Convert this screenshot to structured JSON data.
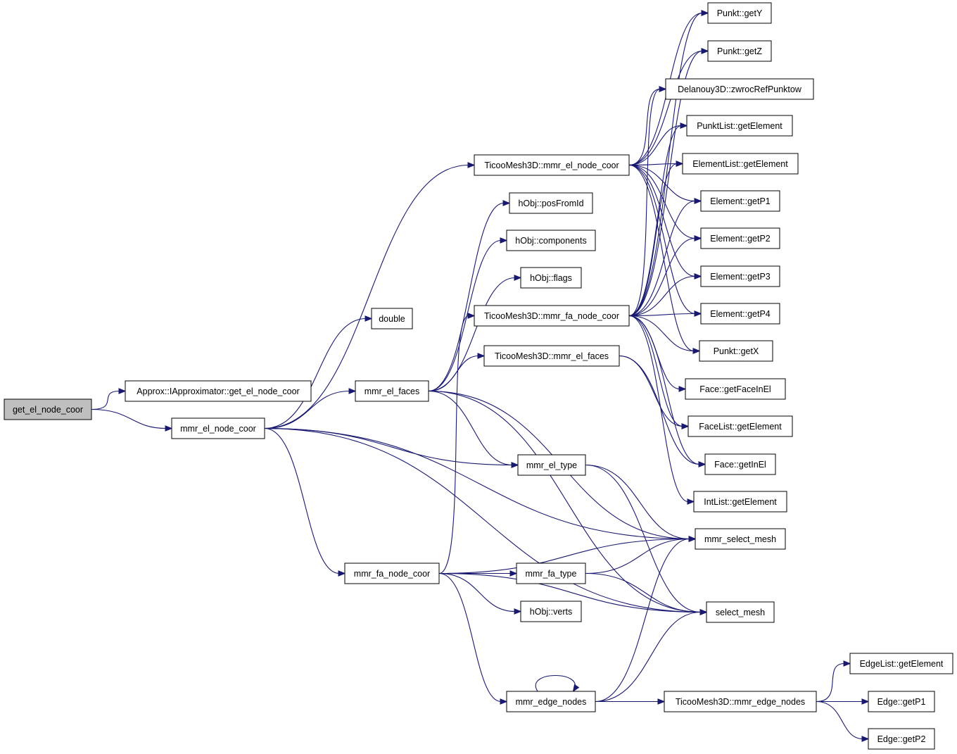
{
  "graph": {
    "root": "get_el_node_coor",
    "nodes": {
      "get_el_node_coor": "get_el_node_coor",
      "approx": "Approx::IApproximator::get_el_node_coor",
      "mmr_el_node_coor": "mmr_el_node_coor",
      "double": "double",
      "mmr_el_faces": "mmr_el_faces",
      "mmr_fa_node_coor": "mmr_fa_node_coor",
      "t_el_node": "TicooMesh3D::mmr_el_node_coor",
      "posFromId": "hObj::posFromId",
      "components": "hObj::components",
      "flags": "hObj::flags",
      "t_fa_node": "TicooMesh3D::mmr_fa_node_coor",
      "t_el_faces": "TicooMesh3D::mmr_el_faces",
      "mmr_el_type": "mmr_el_type",
      "mmr_fa_type": "mmr_fa_type",
      "verts": "hObj::verts",
      "mmr_edge_nodes": "mmr_edge_nodes",
      "t_edge_nodes": "TicooMesh3D::mmr_edge_nodes",
      "getY": "Punkt::getY",
      "getZ": "Punkt::getZ",
      "delanouy": "Delanouy3D::zwrocRefPunktow",
      "punktList": "PunktList::getElement",
      "elementList": "ElementList::getElement",
      "getP1": "Element::getP1",
      "getP2": "Element::getP2",
      "getP3": "Element::getP3",
      "getP4": "Element::getP4",
      "getX": "Punkt::getX",
      "faceInEl": "Face::getFaceInEl",
      "faceList": "FaceList::getElement",
      "getInEl": "Face::getInEl",
      "intList": "IntList::getElement",
      "mmr_select_mesh": "mmr_select_mesh",
      "select_mesh": "select_mesh",
      "edgeList": "EdgeList::getElement",
      "edgeP1": "Edge::getP1",
      "edgeP2": "Edge::getP2"
    },
    "edge_color": "#191970",
    "root_fill": "#bfbfbf",
    "edges": [
      [
        "get_el_node_coor",
        "approx"
      ],
      [
        "get_el_node_coor",
        "mmr_el_node_coor"
      ],
      [
        "mmr_el_node_coor",
        "double"
      ],
      [
        "mmr_el_node_coor",
        "mmr_el_faces"
      ],
      [
        "mmr_el_node_coor",
        "t_el_node"
      ],
      [
        "mmr_el_node_coor",
        "mmr_el_type"
      ],
      [
        "mmr_el_node_coor",
        "mmr_fa_node_coor"
      ],
      [
        "mmr_el_node_coor",
        "mmr_select_mesh"
      ],
      [
        "mmr_el_node_coor",
        "select_mesh"
      ],
      [
        "mmr_el_faces",
        "posFromId"
      ],
      [
        "mmr_el_faces",
        "components"
      ],
      [
        "mmr_el_faces",
        "flags"
      ],
      [
        "mmr_el_faces",
        "t_el_faces"
      ],
      [
        "mmr_el_faces",
        "mmr_el_type"
      ],
      [
        "mmr_el_faces",
        "mmr_select_mesh"
      ],
      [
        "mmr_el_faces",
        "select_mesh"
      ],
      [
        "mmr_fa_node_coor",
        "t_fa_node"
      ],
      [
        "mmr_fa_node_coor",
        "mmr_fa_type"
      ],
      [
        "mmr_fa_node_coor",
        "verts"
      ],
      [
        "mmr_fa_node_coor",
        "mmr_edge_nodes"
      ],
      [
        "mmr_fa_node_coor",
        "mmr_select_mesh"
      ],
      [
        "mmr_fa_node_coor",
        "select_mesh"
      ],
      [
        "t_el_node",
        "getY"
      ],
      [
        "t_el_node",
        "getZ"
      ],
      [
        "t_el_node",
        "delanouy"
      ],
      [
        "t_el_node",
        "punktList"
      ],
      [
        "t_el_node",
        "elementList"
      ],
      [
        "t_el_node",
        "getP1"
      ],
      [
        "t_el_node",
        "getP2"
      ],
      [
        "t_el_node",
        "getP3"
      ],
      [
        "t_el_node",
        "getP4"
      ],
      [
        "t_el_node",
        "getX"
      ],
      [
        "t_fa_node",
        "getY"
      ],
      [
        "t_fa_node",
        "getZ"
      ],
      [
        "t_fa_node",
        "delanouy"
      ],
      [
        "t_fa_node",
        "punktList"
      ],
      [
        "t_fa_node",
        "elementList"
      ],
      [
        "t_fa_node",
        "getP1"
      ],
      [
        "t_fa_node",
        "getP2"
      ],
      [
        "t_fa_node",
        "getP3"
      ],
      [
        "t_fa_node",
        "getP4"
      ],
      [
        "t_fa_node",
        "getX"
      ],
      [
        "t_fa_node",
        "faceInEl"
      ],
      [
        "t_fa_node",
        "faceList"
      ],
      [
        "t_fa_node",
        "getInEl"
      ],
      [
        "t_fa_node",
        "intList"
      ],
      [
        "t_el_faces",
        "faceList"
      ],
      [
        "t_el_faces",
        "getInEl"
      ],
      [
        "mmr_el_type",
        "mmr_select_mesh"
      ],
      [
        "mmr_el_type",
        "select_mesh"
      ],
      [
        "mmr_fa_type",
        "mmr_select_mesh"
      ],
      [
        "mmr_fa_type",
        "select_mesh"
      ],
      [
        "mmr_edge_nodes",
        "mmr_edge_nodes"
      ],
      [
        "mmr_edge_nodes",
        "mmr_select_mesh"
      ],
      [
        "mmr_edge_nodes",
        "select_mesh"
      ],
      [
        "mmr_edge_nodes",
        "t_edge_nodes"
      ],
      [
        "t_edge_nodes",
        "edgeList"
      ],
      [
        "t_edge_nodes",
        "edgeP1"
      ],
      [
        "t_edge_nodes",
        "edgeP2"
      ]
    ]
  }
}
